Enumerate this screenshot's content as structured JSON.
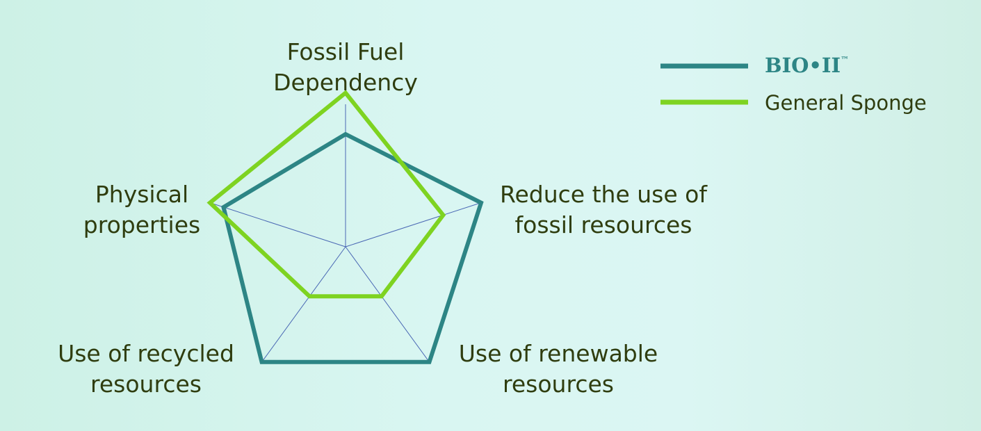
{
  "chart_data": {
    "type": "radar",
    "axes": [
      {
        "lines": [
          "Fossil Fuel",
          "Dependency"
        ]
      },
      {
        "lines": [
          "Reduce the use of",
          "fossil resources"
        ]
      },
      {
        "lines": [
          "Use of renewable",
          "resources"
        ]
      },
      {
        "lines": [
          "Use of recycled",
          "resources"
        ]
      },
      {
        "lines": [
          "Physical",
          "properties"
        ]
      }
    ],
    "rmax": 1.0,
    "series": [
      {
        "name": "BIO•II",
        "name_suffix": "™",
        "color": "#2d8585",
        "values": [
          0.79,
          1.0,
          1.0,
          1.0,
          0.9
        ]
      },
      {
        "name": "General Sponge",
        "name_suffix": "",
        "color": "#7ed321",
        "values": [
          1.08,
          0.72,
          0.43,
          0.43,
          1.0
        ]
      }
    ],
    "gridline_color": "#4a68b4",
    "legend_position": "top-right"
  }
}
